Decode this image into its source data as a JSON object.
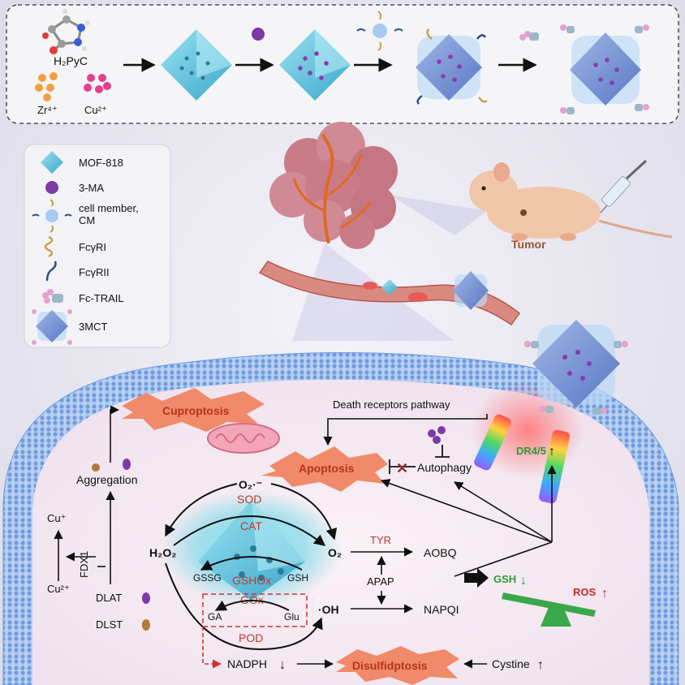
{
  "synthesis": {
    "ligand_label": "H₂PyC",
    "zr_label": "Zr⁴⁺",
    "cu_label": "Cu²⁺"
  },
  "legend": {
    "items": [
      {
        "label": "MOF-818"
      },
      {
        "label": "3-MA"
      },
      {
        "label_line1": "cell member,",
        "label_line2": "CM"
      },
      {
        "label": "FcγRI"
      },
      {
        "label": "FcγRII"
      },
      {
        "label": "Fc-TRAIL"
      },
      {
        "label": "3MCT"
      }
    ]
  },
  "mouse": {
    "tumor_label": "Tumor"
  },
  "cell": {
    "cuproptosis": "Cuproptosis",
    "death_receptors_pathway": "Death receptors pathway",
    "apoptosis": "Apoptosis",
    "autophagy": "Autophagy",
    "dr45": "DR4/5",
    "aggregation": "Aggregation",
    "cu_plus": "Cu⁺",
    "cu2_plus": "Cu²⁺",
    "fdx1": "FDX1",
    "dlat": "DLAT",
    "dlst": "DLST",
    "o2_radical": "O₂·⁻",
    "sod": "SOD",
    "cat": "CAT",
    "h2o2": "H₂O₂",
    "o2": "O₂",
    "gssg": "GSSG",
    "gsh_inner": "GSH",
    "gshox": "GSHOx",
    "gox": "GOx",
    "ga": "GA",
    "glu": "Glu",
    "oh": "·OH",
    "pod": "POD",
    "tyr": "TYR",
    "aobq": "AOBQ",
    "apap": "APAP",
    "napqi": "NAPQI",
    "gsh_level": "GSH",
    "ros_level": "ROS",
    "nadph": "NADPH",
    "disulfidptosis": "Disulfidptosis",
    "cystine": "Cystine"
  },
  "colors": {
    "burst_fill": "#f08a6a",
    "burst_text": "#b8331c",
    "enzyme_red": "#c0392b",
    "mof_blue": "#6cc6e2",
    "ma_purple": "#7b3aa8",
    "green_text": "#2f9a3a",
    "red_text": "#c62828",
    "membrane_blue": "#7fa7e6"
  }
}
